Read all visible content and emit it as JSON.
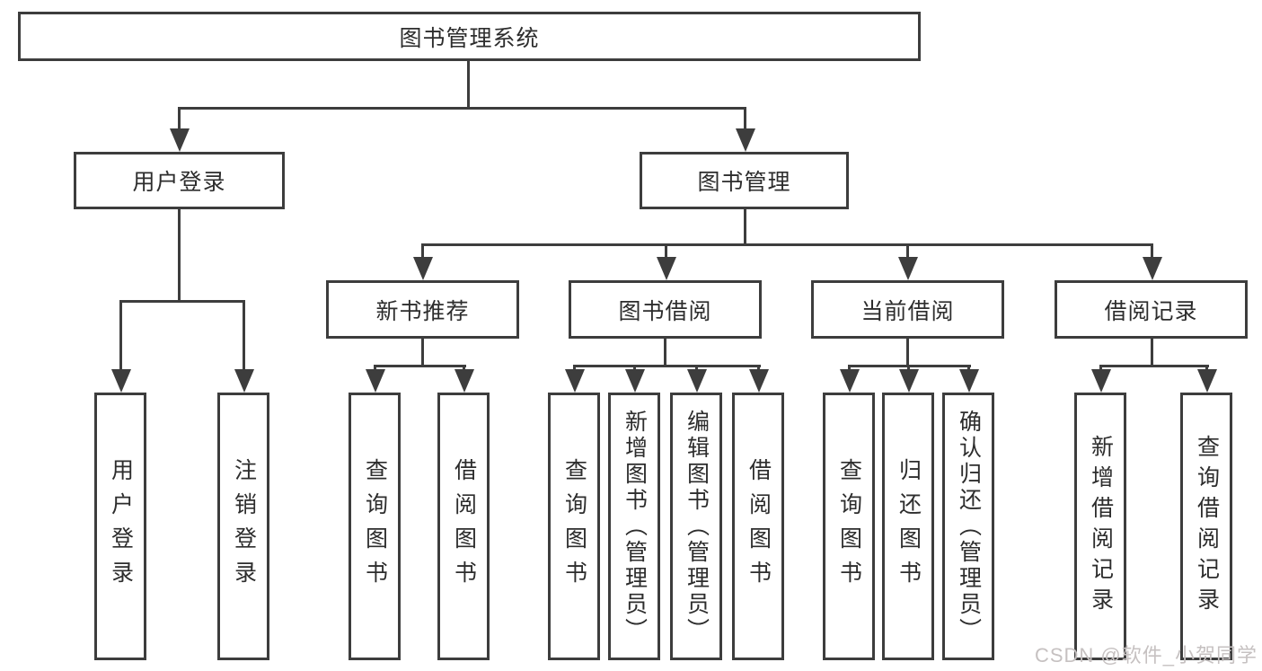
{
  "colors": {
    "line": "#3d3d3d",
    "text": "#2d2d2d",
    "watermark_text": "#c6c1c1",
    "background": "#ffffff"
  },
  "nodes": {
    "root": "图书管理系统",
    "user_login": "用户登录",
    "book_mgmt": "图书管理",
    "new_book_rec": "新书推荐",
    "book_borrow": "图书借阅",
    "current_borrow": "当前借阅",
    "borrow_records": "借阅记录",
    "leaf_user_login": "用户登录",
    "leaf_logout": "注销登录",
    "leaf_nb_query": "查询图书",
    "leaf_nb_borrow": "借阅图书",
    "leaf_bb_query": "查询图书",
    "leaf_bb_add": "新增图书（管理员）",
    "leaf_bb_edit": "编辑图书（管理员）",
    "leaf_bb_borrow": "借阅图书",
    "leaf_cb_query": "查询图书",
    "leaf_cb_return": "归还图书",
    "leaf_cb_confirm": "确认归还（管理员）",
    "leaf_br_add": "新增借阅记录",
    "leaf_br_query": "查询借阅记录"
  },
  "watermark": {
    "text": "CSDN @软件_小贺同学"
  }
}
